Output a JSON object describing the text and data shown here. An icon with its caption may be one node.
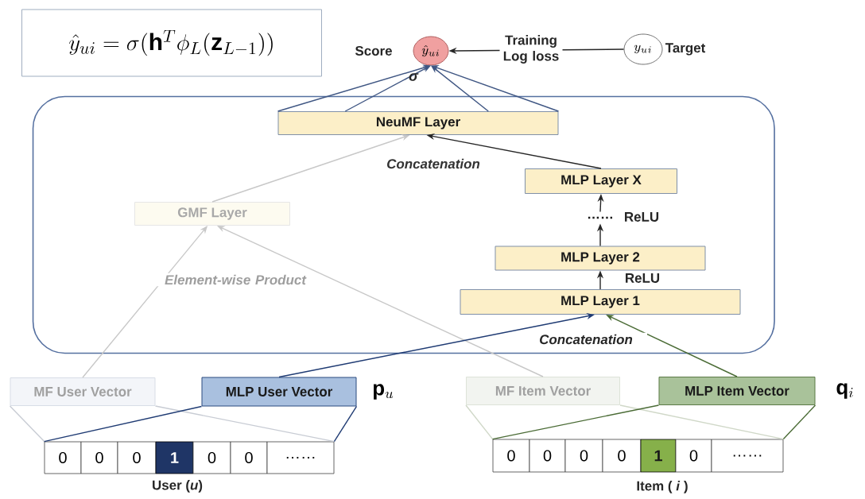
{
  "diagram": {
    "nodes": [
      {
        "text": [
          "\\hat{y}_{ui} = \\sigma(\\mathbf{h}^T \\phi_L(\\mathbf{z}_{L-1}))"
        ]
      },
      {
        "text": [
          "\\hat{y}_{ui}"
        ],
        "beside": [
          "Score"
        ]
      },
      {
        "text": [
          "y_{ui}"
        ],
        "beside": [
          "Target"
        ]
      },
      {
        "text": [],
        "shape": "box"
      },
      {
        "text": [
          "NeuMF Layer"
        ],
        "in": 3
      },
      {
        "text": [
          "GMF Layer"
        ],
        "in": 3
      },
      {
        "text": [
          "MLP Layer X"
        ],
        "in": 3
      },
      {
        "text": [
          "MLP Layer 2"
        ],
        "in": 3
      },
      {
        "text": [
          "MLP Layer 1"
        ],
        "in": 3
      },
      {
        "text": [
          "MF User Vector"
        ]
      },
      {
        "text": [
          "MLP User Vector"
        ],
        "beside": [
          "\\mathbf{p}_u"
        ]
      },
      {
        "text": [
          "MF Item Vector"
        ]
      },
      {
        "text": [
          "MLP Item Vector"
        ],
        "beside": [
          "\\mathbf{q}_i"
        ]
      },
      {
        "text": [
          "0",
          "0",
          "0",
          "1",
          "0",
          "0",
          "……"
        ],
        "beside": [
          "User (*u*)"
        ]
      },
      {
        "text": [
          "0",
          "0",
          "0",
          "0",
          "1",
          "0",
          "……"
        ],
        "beside": [
          "Item ( *i* )"
        ]
      },
      {
        "text": [
          "……"
        ],
        "beside": [
          "ReLU"
        ],
        "in": 3
      }
    ],
    "edges": [
      {
        "from": 2,
        "to": 1,
        "arrow": "to",
        "label": "Training Log loss"
      },
      {
        "from": 4,
        "to": 1,
        "arrow": "to",
        "color": "#3f5683"
      },
      {
        "from": 4,
        "to": 1,
        "arrow": "to",
        "color": "#3f5683"
      },
      {
        "from": 4,
        "to": 1,
        "arrow": "to",
        "color": "#3f5683"
      },
      {
        "from": 4,
        "to": 1,
        "arrow": "to",
        "color": "#3f5683"
      },
      {
        "from": 5,
        "to": 4,
        "arrow": "to",
        "color": "#c8c8c8"
      },
      {
        "from": 6,
        "to": 4,
        "arrow": "to",
        "label": "Concatenation"
      },
      {
        "from": 7,
        "to": 15,
        "arrow": "to"
      },
      {
        "from": 15,
        "to": 6,
        "arrow": "to"
      },
      {
        "from": 8,
        "to": 7,
        "arrow": "to",
        "label": "ReLU"
      },
      {
        "from": 9,
        "to": 5,
        "arrow": "to",
        "color": "#c8c8c8",
        "label": "Element-wise Product"
      },
      {
        "from": 11,
        "to": 5,
        "arrow": "to",
        "color": "#c8c8c8"
      },
      {
        "from": 10,
        "to": 8,
        "arrow": "to",
        "color": "#1f3b73",
        "label": "Concatenation"
      },
      {
        "from": 12,
        "to": 8,
        "arrow": "to",
        "color": "#4a6b35"
      },
      {
        "from": 13,
        "to": 9,
        "arrow": "none",
        "color": "#c8ccd4"
      },
      {
        "from": 13,
        "to": 9,
        "arrow": "none",
        "color": "#c8ccd4"
      },
      {
        "from": 13,
        "to": 10,
        "arrow": "none",
        "color": "#1f3b73"
      },
      {
        "from": 13,
        "to": 10,
        "arrow": "none",
        "color": "#1f3b73"
      },
      {
        "from": 14,
        "to": 11,
        "arrow": "none",
        "color": "#d0d8c8"
      },
      {
        "from": 14,
        "to": 11,
        "arrow": "none",
        "color": "#d0d8c8"
      },
      {
        "from": 14,
        "to": 12,
        "arrow": "none",
        "color": "#4a6b35"
      },
      {
        "from": 14,
        "to": 12,
        "arrow": "none",
        "color": "#4a6b35"
      }
    ],
    "labels": [
      "σ"
    ]
  }
}
